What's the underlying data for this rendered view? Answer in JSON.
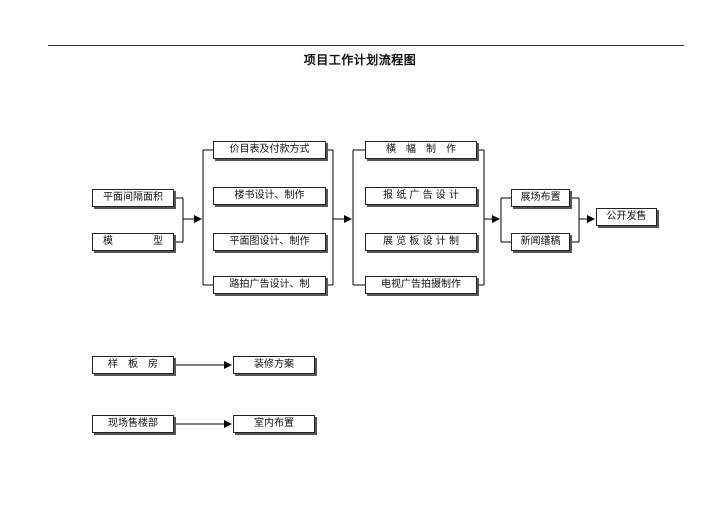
{
  "title": "项目工作计划流程图",
  "nodes": {
    "pingmian_jiange": "平面间隔面积",
    "moxing": "模　　　　型",
    "jiamu": "价目表及付款方式",
    "loushu": "楼书设计、制作",
    "pingmiantu": "平面图设计、制作",
    "lupai": "路拍广告设计、制",
    "hengfu": "横　幅　制　作",
    "baozhi": "报 纸 广 告 设 计",
    "zhanlanban": "展 览 板 设 计 制",
    "dianshi": "电视广告拍摄制作",
    "zhanchang": "展场布置",
    "xinwen": "新闻缮稿",
    "gongkai": "公开发售",
    "yangban": "样　板　房",
    "zhuangxiu": "装修方案",
    "xianchang": "现场售楼部",
    "shinei": "室内布置"
  }
}
